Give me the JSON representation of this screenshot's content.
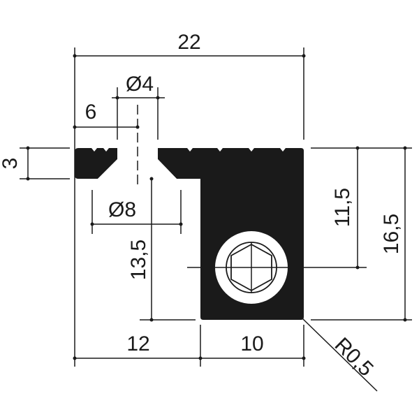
{
  "drawing": {
    "dimensions": {
      "overall_width": "22",
      "hole_diameter": "Ø4",
      "hole_offset": "6",
      "flange_thickness": "3",
      "countersink_diameter": "Ø8",
      "inner_height": "13,5",
      "screw_height": "11,5",
      "overall_height": "16,5",
      "left_width": "12",
      "body_width": "10",
      "corner_radius": "R0,5"
    },
    "colors": {
      "part": "#1a1a1a",
      "background": "#ffffff"
    }
  }
}
